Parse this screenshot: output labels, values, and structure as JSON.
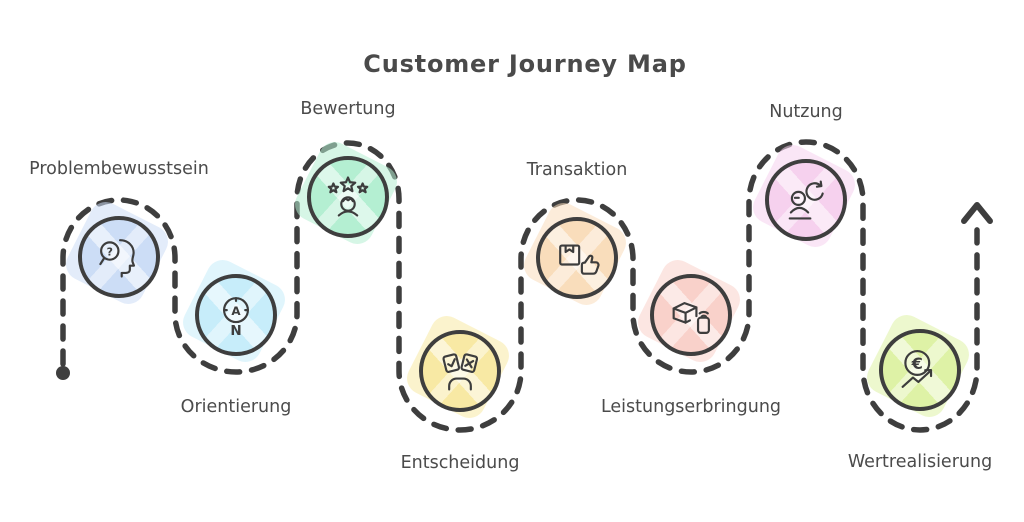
{
  "title": "Customer Journey Map",
  "colors": {
    "path": "#3e3e3e",
    "node_outline": "#3e3e3e",
    "text": "#4b4b4b"
  },
  "journey": {
    "start_marker": "filled-dot",
    "end_marker": "up-arrow"
  },
  "stages": [
    {
      "label": "Problembewusstsein",
      "icon": "head-search-icon",
      "color": "#ccddf6",
      "label_position": "top",
      "icon_text": "?"
    },
    {
      "label": "Orientierung",
      "icon": "compass-icon",
      "color": "#c7edfa",
      "label_position": "bottom",
      "icon_text": "A",
      "icon_text2": "N"
    },
    {
      "label": "Bewertung",
      "icon": "star-rating-icon",
      "color": "#b4efd2",
      "label_position": "top"
    },
    {
      "label": "Entscheidung",
      "icon": "choice-cards-icon",
      "color": "#f8e9a4",
      "label_position": "bottom"
    },
    {
      "label": "Transaktion",
      "icon": "package-thumbs-up-icon",
      "color": "#f9ddbb",
      "label_position": "top"
    },
    {
      "label": "Leistungserbringung",
      "icon": "box-phone-icon",
      "color": "#f9d1ca",
      "label_position": "bottom"
    },
    {
      "label": "Nutzung",
      "icon": "person-refresh-icon",
      "color": "#f6d1ee",
      "label_position": "top"
    },
    {
      "label": "Wertrealisierung",
      "icon": "euro-growth-icon",
      "color": "#def2a6",
      "label_position": "bottom",
      "icon_text": "€"
    }
  ]
}
